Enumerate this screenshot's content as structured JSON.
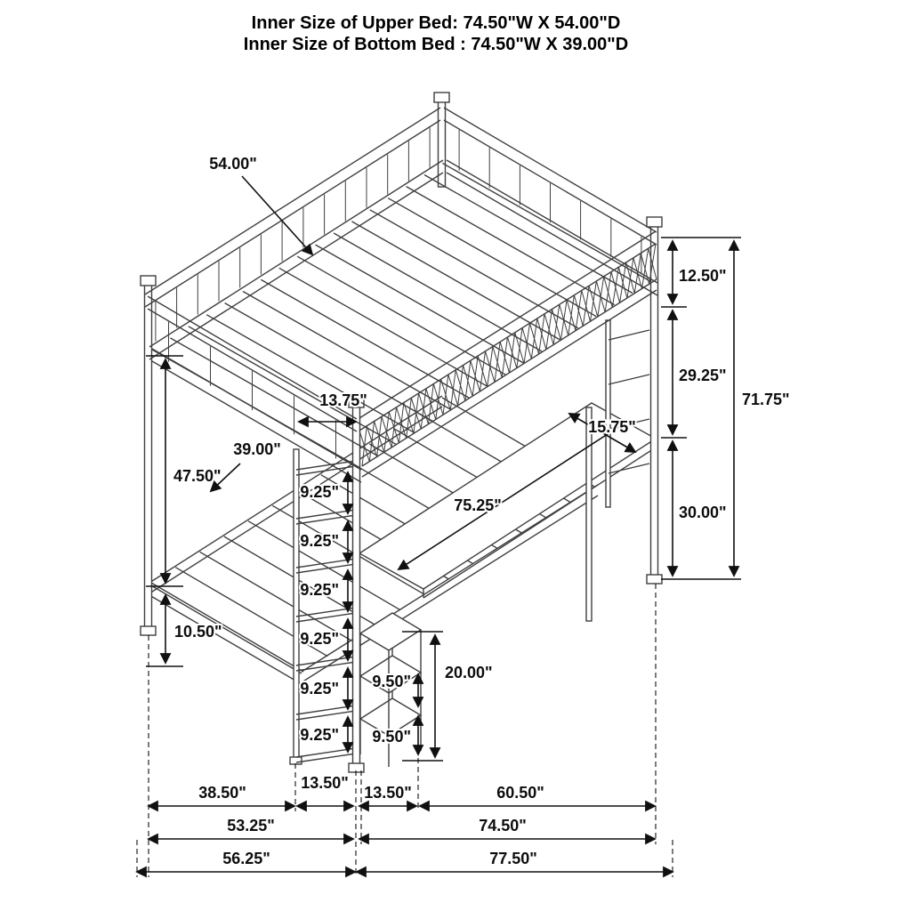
{
  "header": {
    "line1": "Inner Size of Upper Bed: 74.50\"W X 54.00\"D",
    "line2": "Inner Size of Bottom Bed : 74.50\"W X 39.00\"D"
  },
  "dims": {
    "upper_depth": "54.00\"",
    "guardrail_height": "12.50\"",
    "upper_clearance": "29.25\"",
    "overall_height": "71.75\"",
    "ladder_width": "13.75\"",
    "desk_depth": "15.75\"",
    "bottom_depth": "39.00\"",
    "upper_to_lower": "47.50\"",
    "desk_length": "75.25\"",
    "desk_height": "30.00\"",
    "lower_height": "10.50\"",
    "rung1": "9.25\"",
    "rung2": "9.25\"",
    "rung3": "9.25\"",
    "rung4": "9.25\"",
    "rung5": "9.25\"",
    "rung6": "9.25\"",
    "shelf1": "9.50\"",
    "shelf2": "9.50\"",
    "stool_height": "20.00\"",
    "base_a": "38.50\"",
    "base_b": "13.50\"",
    "base_c": "13.50\"",
    "base_d": "60.50\"",
    "mid_a": "53.25\"",
    "mid_b": "74.50\"",
    "full_a": "56.25\"",
    "full_b": "77.50\""
  },
  "colors": {
    "line": "#3f3f3f",
    "dimension": "#101010"
  }
}
